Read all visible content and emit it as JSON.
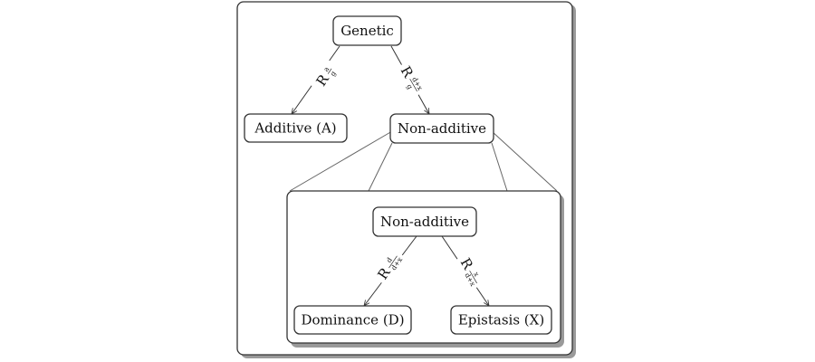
{
  "nodes": {
    "genetic": "Genetic",
    "additive": "Additive (A)",
    "non_additive_top": "Non-additive",
    "non_additive_inset": "Non-additive",
    "dominance": "Dominance (D)",
    "epistasis": "Epistasis (X)"
  },
  "edges": {
    "to_additive": {
      "symbol": "R",
      "numerator": "a",
      "denominator": "g"
    },
    "to_non_additive": {
      "symbol": "R",
      "numerator": "d+x",
      "denominator": "g"
    },
    "to_dominance": {
      "symbol": "R",
      "numerator": "d",
      "denominator": "d+x"
    },
    "to_epistasis": {
      "symbol": "R",
      "numerator": "x",
      "denominator": "d+x"
    }
  },
  "colors": {
    "stroke": "#333333",
    "shadow": "#8a8a8a",
    "background": "#ffffff"
  }
}
